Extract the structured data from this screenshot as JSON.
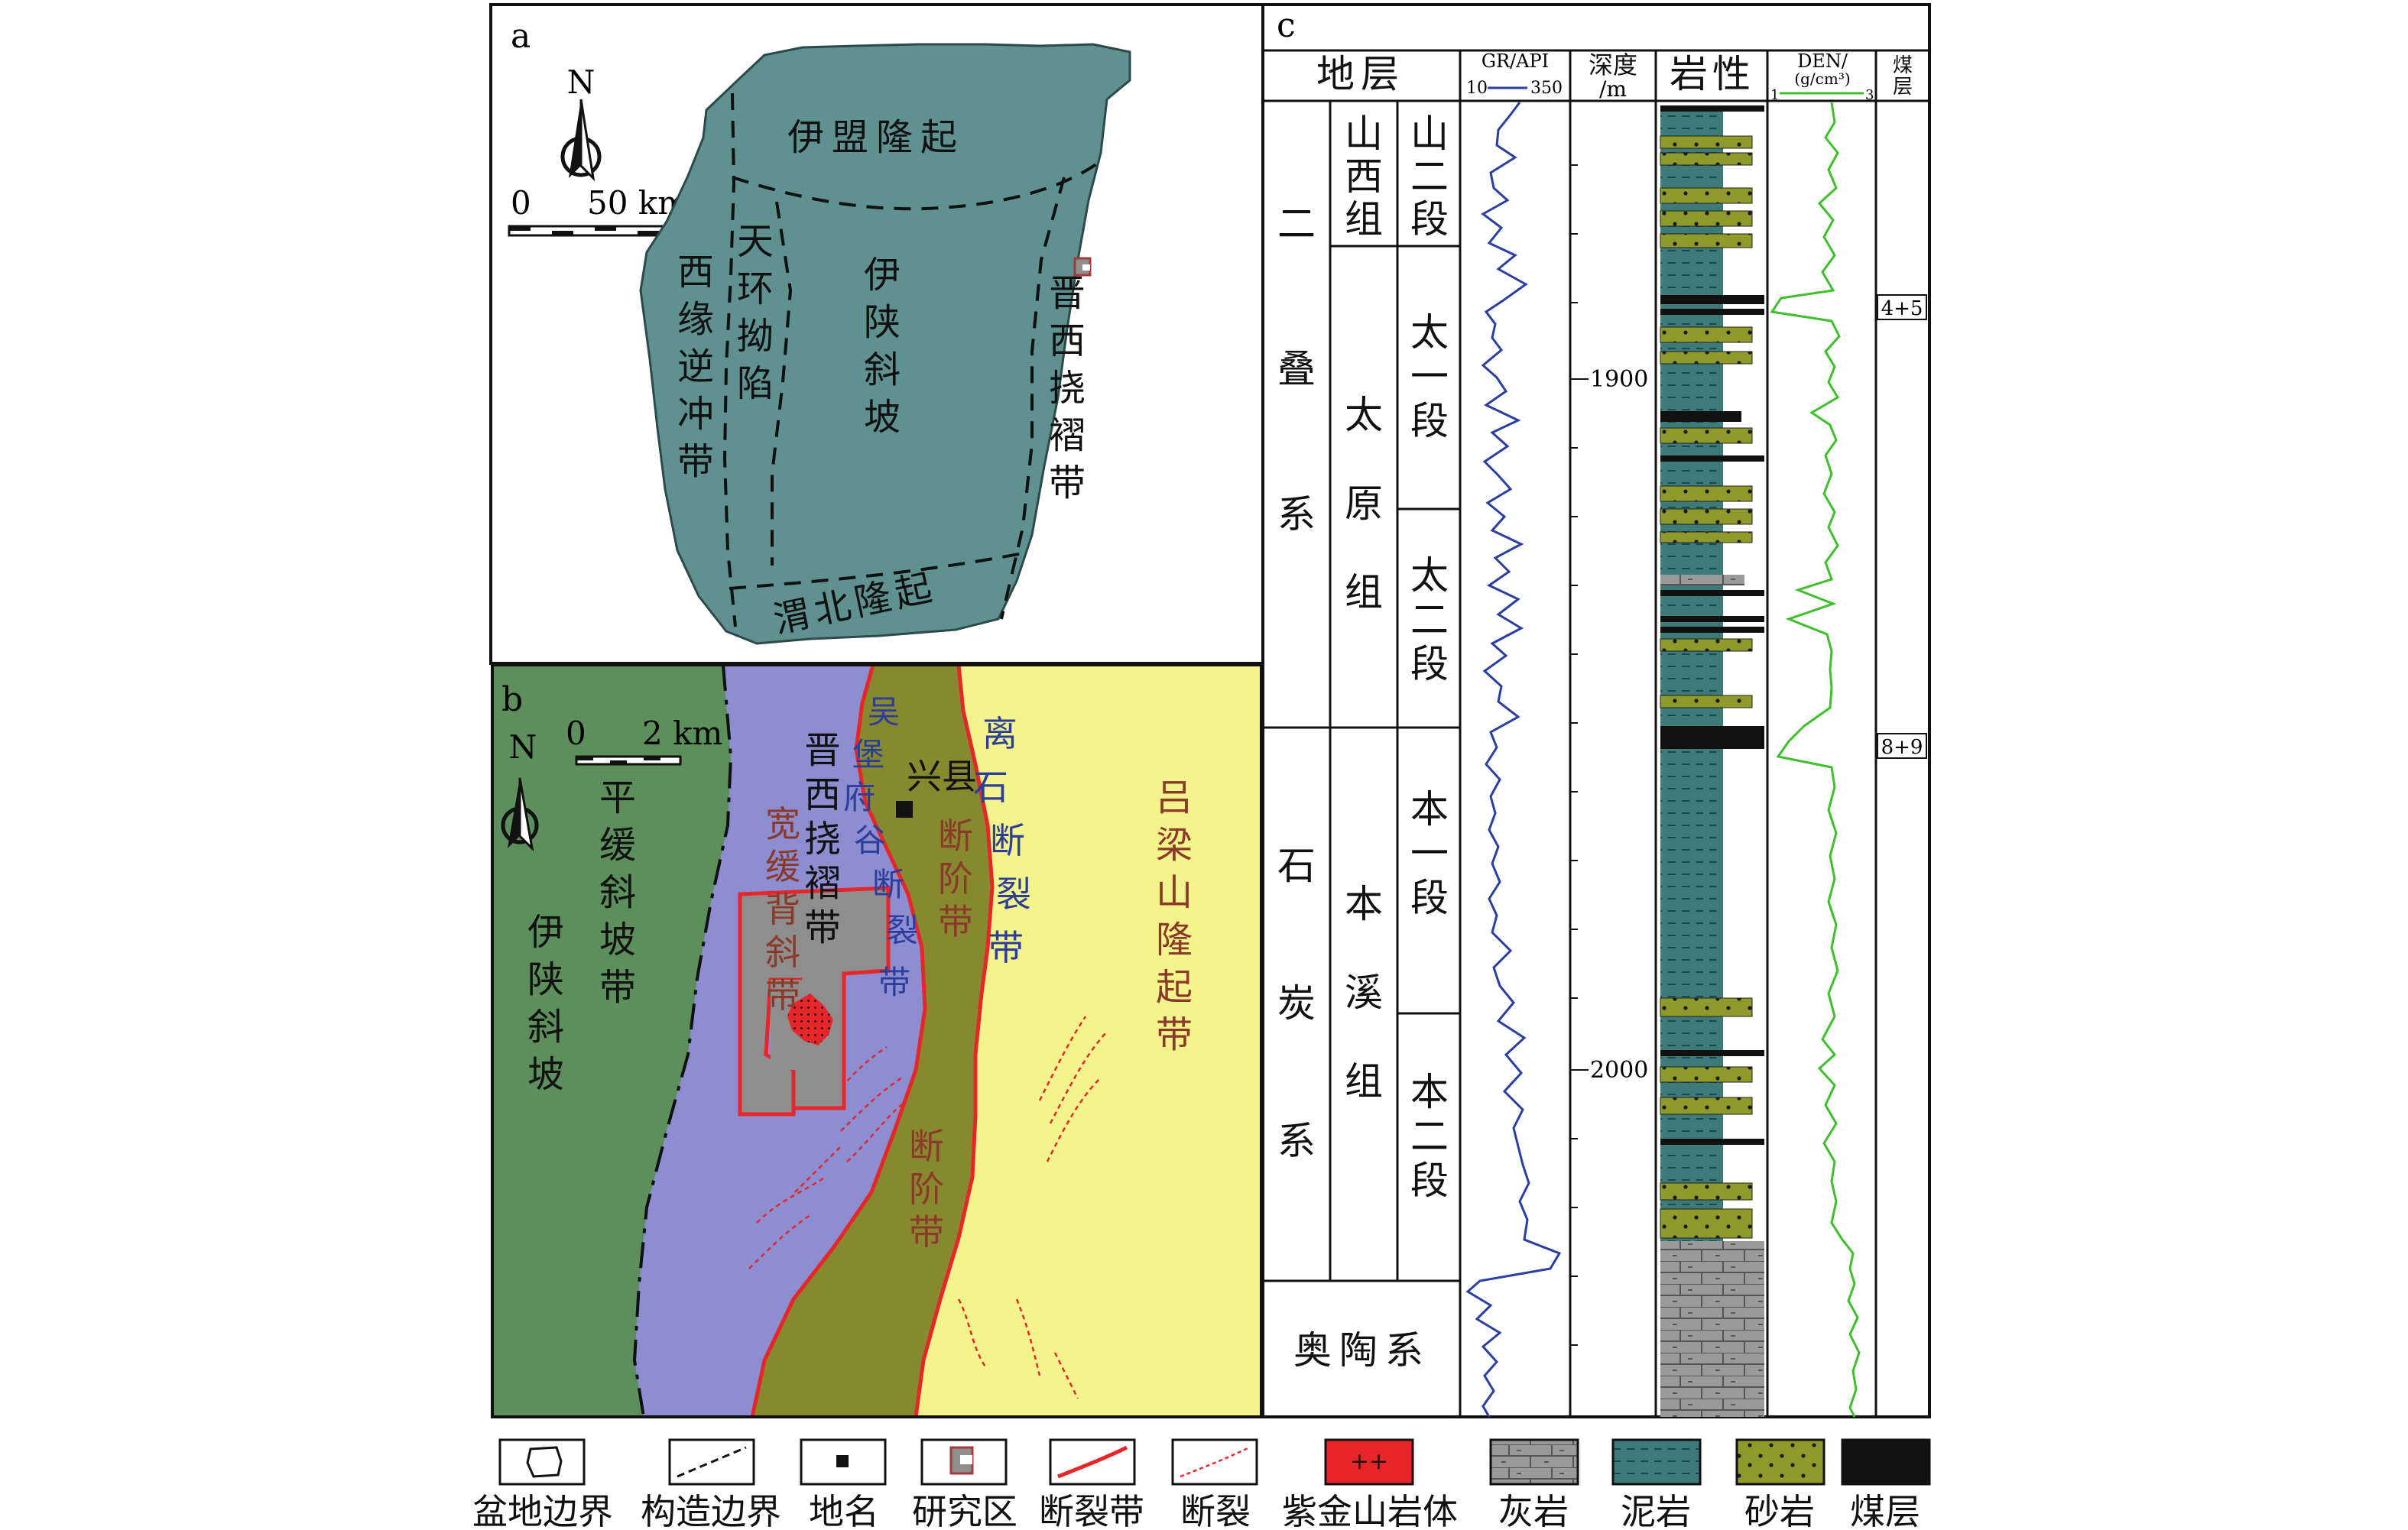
{
  "panel_a": {
    "label": "a",
    "north": "N",
    "scale_zero": "0",
    "scale_end": "50 km",
    "regions": {
      "yimeng": "伊盟隆起",
      "tianhuan": "天环拗陷",
      "xiyuan": "西缘逆冲带",
      "yishan": "伊陕斜坡",
      "jinxi": "晋西挠褶带",
      "weibei": "渭北隆起"
    }
  },
  "panel_b": {
    "label": "b",
    "north": "N",
    "scale_zero": "0",
    "scale_end": "2 km",
    "regions": {
      "yishan": "伊陕斜坡",
      "pinghuan": "平缓斜坡带",
      "jinxi": "晋西挠褶带",
      "kuanhuan": "宽缓背斜带",
      "wubao": "吴堡府谷断裂带",
      "duanjie1": "断阶带",
      "duanjie2": "断阶带",
      "lishi": "离石断裂带",
      "lvliang": "吕梁山隆起带",
      "xingxian": "兴县"
    }
  },
  "panel_c": {
    "label": "c",
    "headers": {
      "strata": "地层",
      "gr": "GR/API",
      "gr_min": "10",
      "gr_max": "350",
      "depth": "深度",
      "depth_unit": "/m",
      "lith": "岩性",
      "den": "DEN/",
      "den_unit": "(g/cm³)",
      "den_min": "1",
      "den_max": "3",
      "coal": "煤层"
    },
    "systems": {
      "permian": "二叠系",
      "carboniferous": "石炭系",
      "ordovician": "奥陶系"
    },
    "formations": {
      "shanxi": "山西组",
      "taiyuan": "太原组",
      "benxi": "本溪组"
    },
    "members": {
      "shan2": "山二段",
      "tai1": "太一段",
      "tai2": "太二段",
      "ben1": "本一段",
      "ben2": "本二段"
    },
    "depth_ticks": [
      "1900",
      "2000"
    ],
    "coal_seams": [
      "4+5",
      "8+9"
    ]
  },
  "legend": [
    {
      "key": "basin_boundary",
      "label": "盆地边界"
    },
    {
      "key": "structural_boundary",
      "label": "构造边界"
    },
    {
      "key": "place_name",
      "label": "地名"
    },
    {
      "key": "study_area",
      "label": "研究区"
    },
    {
      "key": "fault_zone",
      "label": "断裂带"
    },
    {
      "key": "fault",
      "label": "断裂"
    },
    {
      "key": "zijinshan",
      "label": "紫金山岩体"
    },
    {
      "key": "limestone",
      "label": "灰岩"
    },
    {
      "key": "mudstone",
      "label": "泥岩"
    },
    {
      "key": "sandstone",
      "label": "砂岩"
    },
    {
      "key": "coal",
      "label": "煤层"
    }
  ],
  "colors": {
    "panel_a_basin": "#5f9191",
    "green_slope": "#5c8f5b",
    "purple_zone": "#8d8dd2",
    "olive_zone": "#87892f",
    "yellow_zone": "#f4f48c",
    "study_area_grey": "#8e8e8e",
    "fault_red": "#e8262a",
    "label_blue": "#2c3d9a",
    "label_brown": "#8b3a2a",
    "gr_curve": "#2a3fa0",
    "den_curve": "#3fbf2c",
    "limestone": "#9a9a9a",
    "mudstone": "#3f7a7a",
    "sandstone": "#8e9a2a",
    "coal": "#111111"
  }
}
